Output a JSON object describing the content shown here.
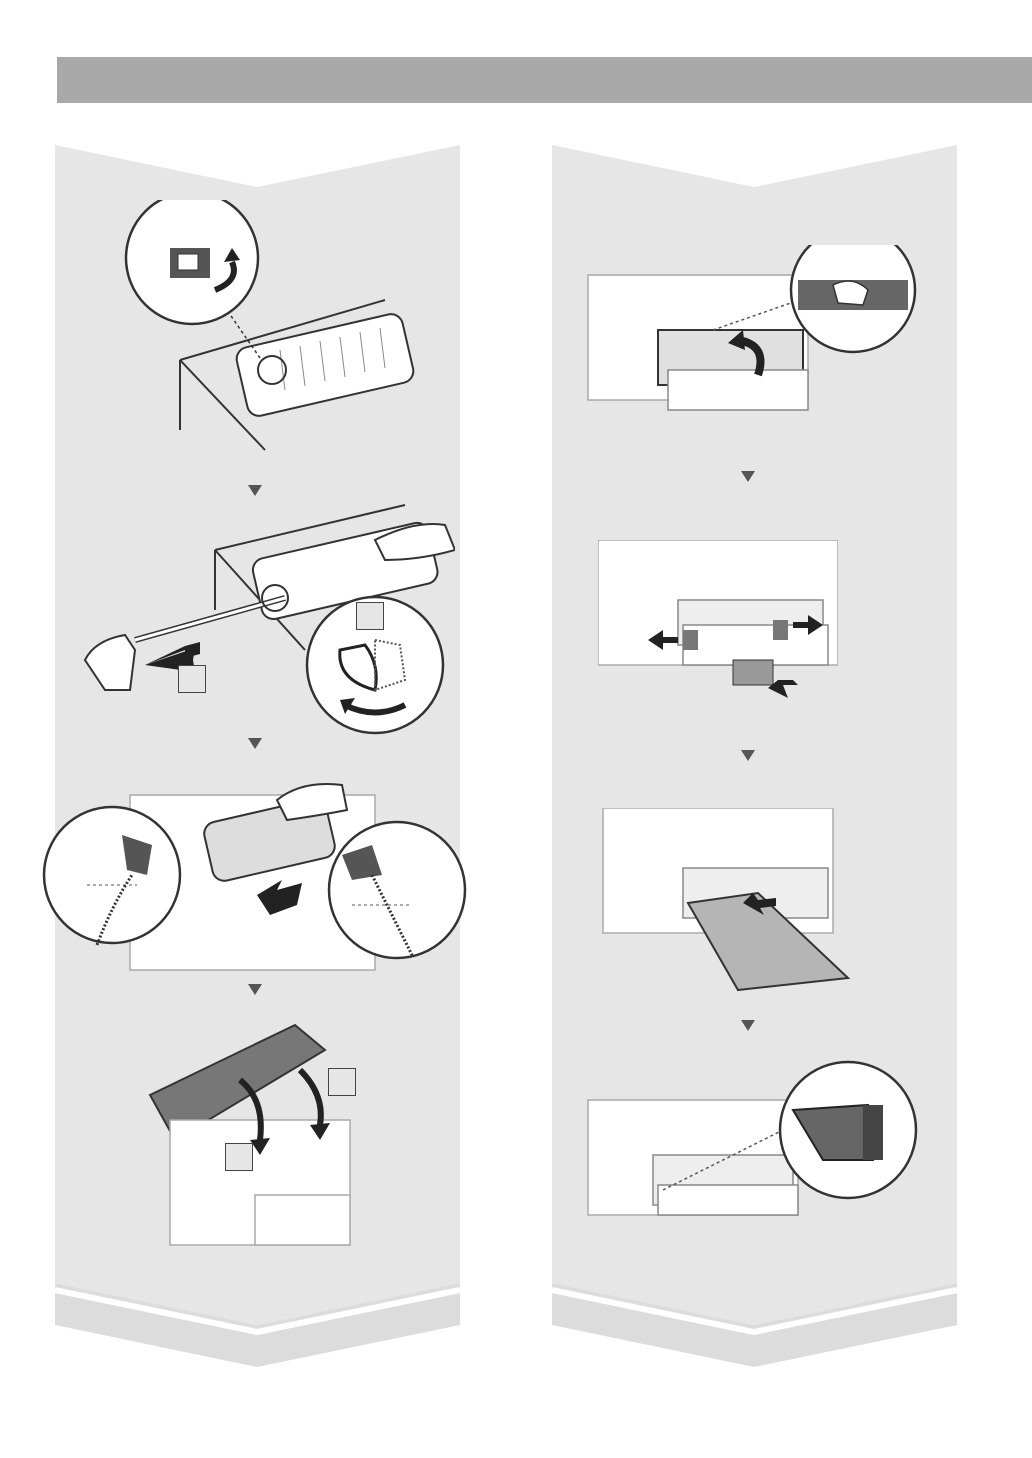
{
  "header": {
    "title": ""
  },
  "left_column": {
    "steps": [
      {
        "id": "remove-tab",
        "label": ""
      },
      {
        "id": "pull-seal",
        "label": "",
        "callout_a": "",
        "callout_b": ""
      },
      {
        "id": "insert-cartridge",
        "label": ""
      },
      {
        "id": "close-cover",
        "label": "",
        "callout_a": "",
        "callout_b": ""
      }
    ]
  },
  "right_column": {
    "steps": [
      {
        "id": "open-tray-cover",
        "label": ""
      },
      {
        "id": "slide-guides",
        "label": ""
      },
      {
        "id": "load-paper",
        "label": ""
      },
      {
        "id": "check-paper-limit",
        "label": ""
      }
    ]
  },
  "colors": {
    "panel": "#e6e6e6",
    "header": "#a9a9a9",
    "line": "#555555"
  }
}
